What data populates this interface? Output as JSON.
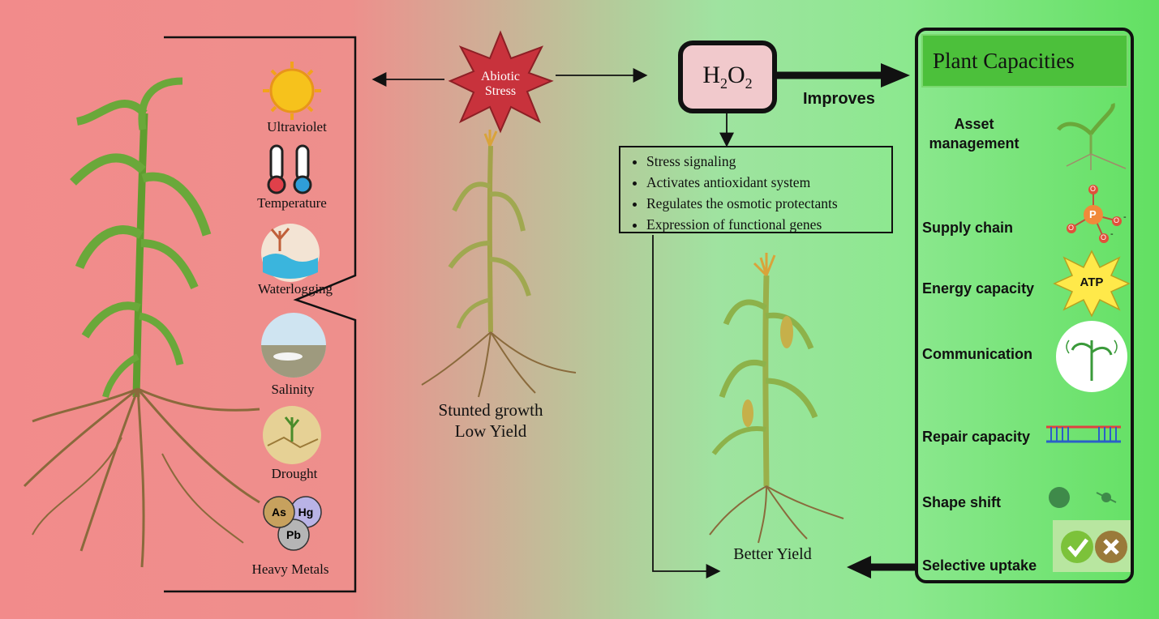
{
  "stressors": [
    {
      "label": "Ultraviolet"
    },
    {
      "label": "Temperature"
    },
    {
      "label": "Waterlogging"
    },
    {
      "label": "Salinity"
    },
    {
      "label": "Drought"
    },
    {
      "label": "Heavy Metals"
    }
  ],
  "metals": [
    "As",
    "Hg",
    "Pb"
  ],
  "abiotic_stress": {
    "line1": "Abiotic",
    "line2": "Stress"
  },
  "stunted": {
    "line1": "Stunted growth",
    "line2": "Low Yield"
  },
  "h2o2": {
    "main": "H",
    "sub1": "2",
    "o": "O",
    "sub2": "2"
  },
  "improves": "Improves",
  "roles": [
    "Stress signaling",
    "Activates antioxidant system",
    "Regulates the osmotic protectants",
    "Expression of functional genes"
  ],
  "better_yield": "Better Yield",
  "capacities": {
    "title": "Plant Capacities",
    "items": [
      {
        "label": "Asset\nmanagement"
      },
      {
        "label": "Supply chain"
      },
      {
        "label": "Energy capacity"
      },
      {
        "label": "Communication"
      },
      {
        "label": "Repair capacity"
      },
      {
        "label": "Shape shift"
      },
      {
        "label": "Selective uptake"
      }
    ]
  },
  "phosphate": {
    "center": "P",
    "oxygen": "O",
    "charge": "-"
  },
  "atp_label": "ATP",
  "colors": {
    "star_fill": "#c8323c",
    "h2o2_fill": "#f1c9cc",
    "capacity_header": "#4cc03b",
    "stem_green": "#5f9d2f",
    "root_brown": "#8a6a3c"
  }
}
